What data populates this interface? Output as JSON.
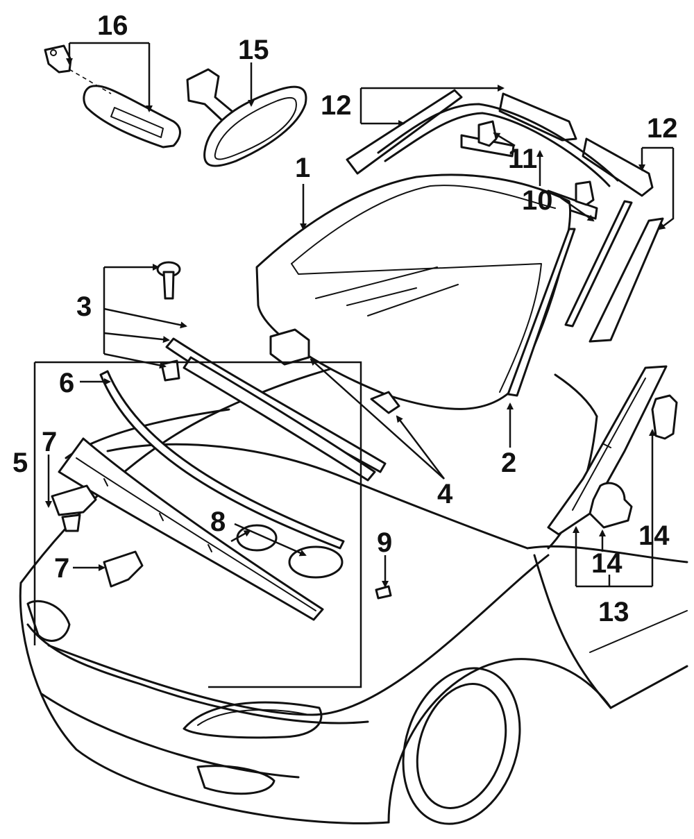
{
  "labels": {
    "c1": "1",
    "c2": "2",
    "c3": "3",
    "c4": "4",
    "c5": "5",
    "c6": "6",
    "c7a": "7",
    "c7b": "7",
    "c8": "8",
    "c9": "9",
    "c10": "10",
    "c11": "11",
    "c12a": "12",
    "c12b": "12",
    "c13": "13",
    "c14a": "14",
    "c14b": "14",
    "c15": "15",
    "c16": "16"
  }
}
